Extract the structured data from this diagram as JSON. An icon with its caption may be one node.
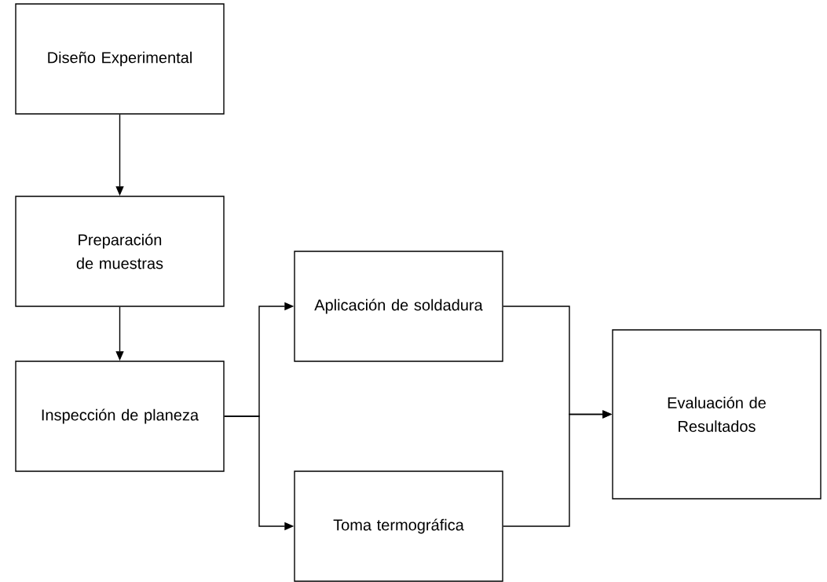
{
  "diagram": {
    "nodes": [
      {
        "text": [
          "Diseño Experimental"
        ]
      },
      {
        "text": [
          "Preparación de muestras"
        ]
      },
      {
        "text": [
          "Inspección de planeza"
        ]
      },
      {
        "text": [
          "Aplicación de soldadura"
        ]
      },
      {
        "text": [
          "Toma termográfica"
        ]
      },
      {
        "text": [
          "Evaluación de Resultados"
        ]
      }
    ],
    "edges": [
      {
        "from": 0,
        "to": 1,
        "arrow": "to"
      },
      {
        "from": 1,
        "to": 2,
        "arrow": "to"
      },
      {
        "from": 2,
        "to": 3,
        "arrow": "to"
      },
      {
        "from": 2,
        "to": 4,
        "arrow": "to"
      },
      {
        "from": 3,
        "to": 5,
        "arrow": "to"
      },
      {
        "from": 4,
        "to": 5,
        "arrow": "to"
      }
    ]
  }
}
